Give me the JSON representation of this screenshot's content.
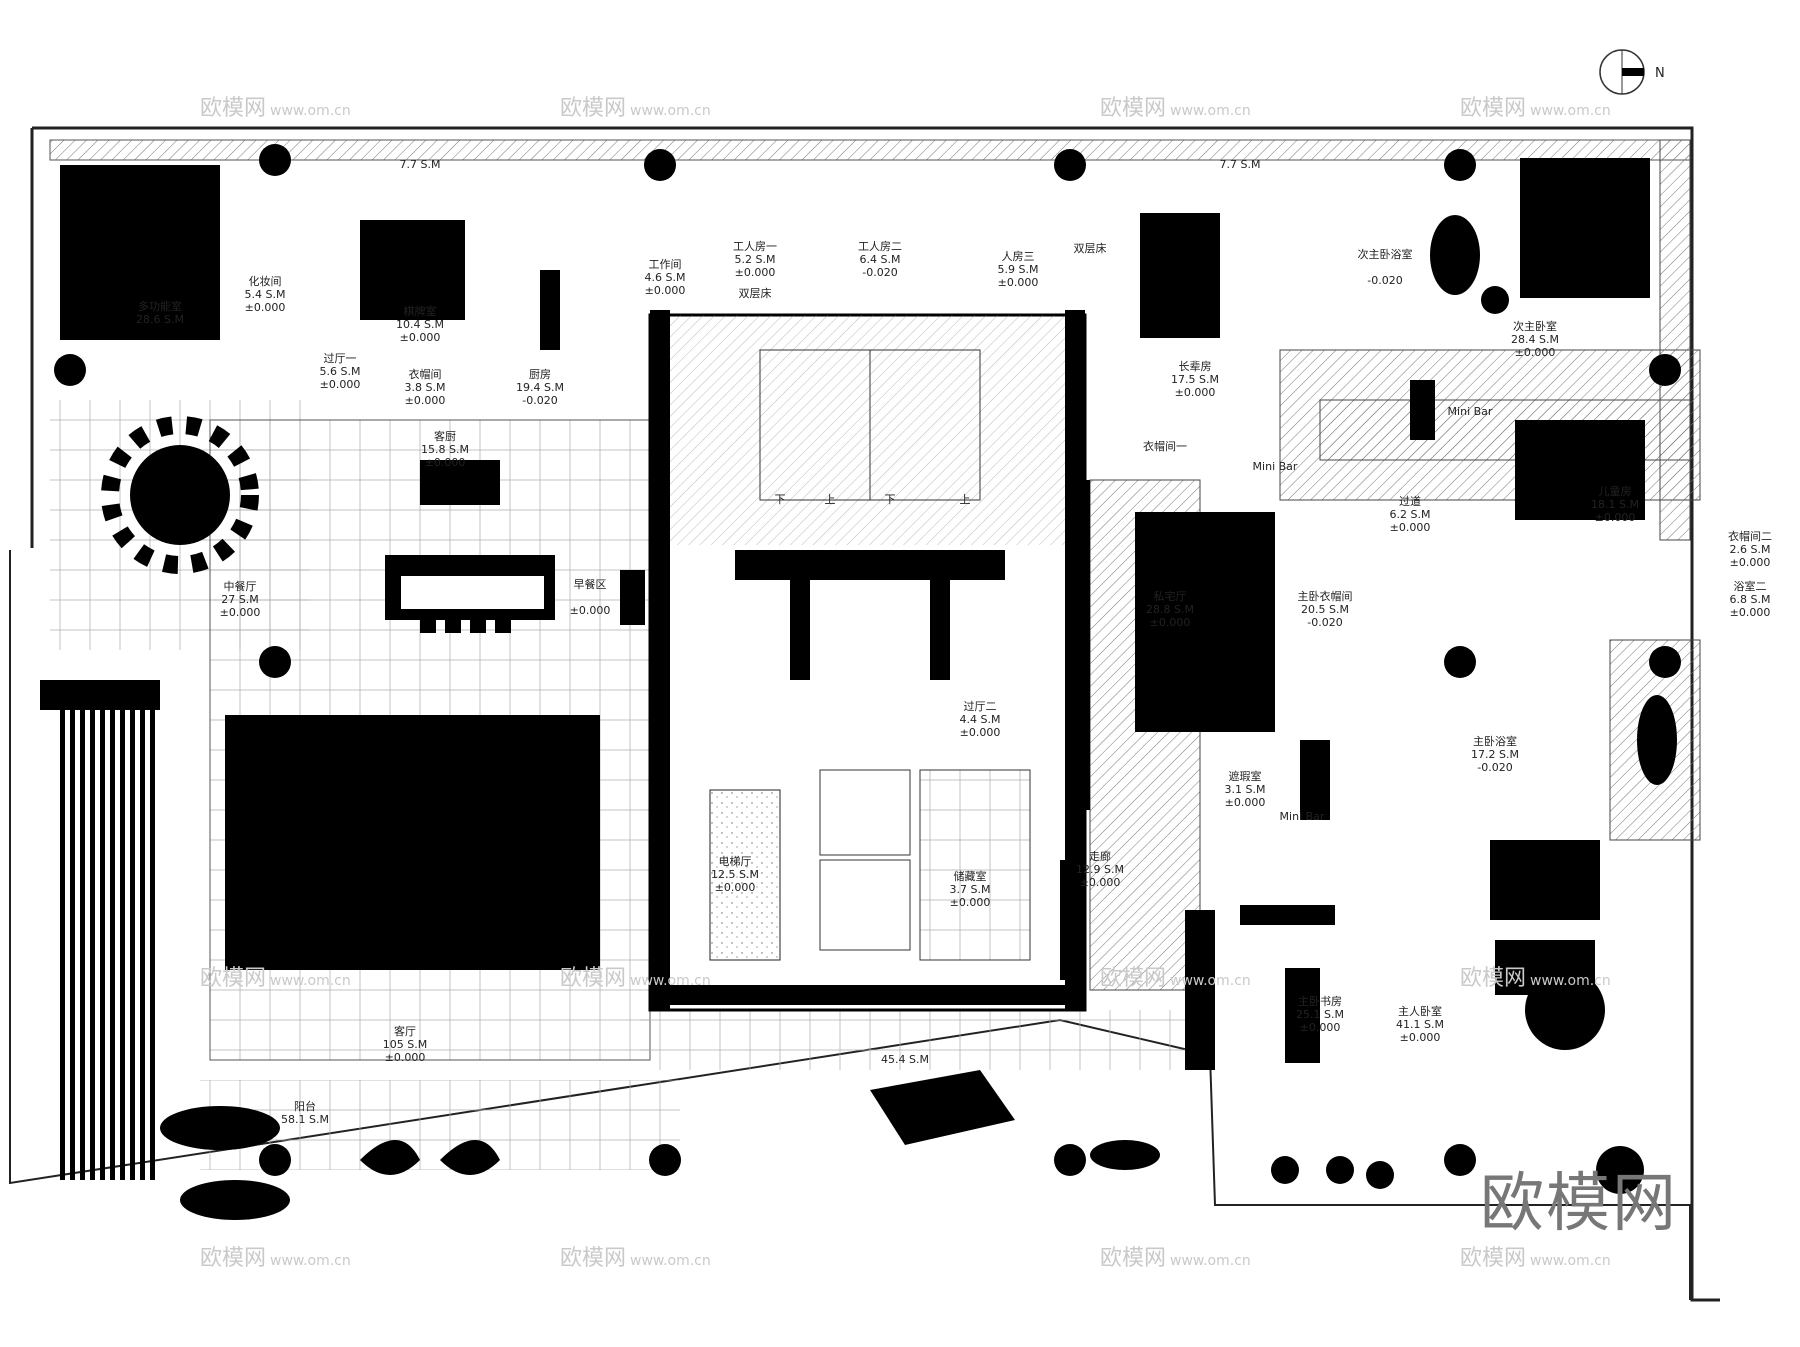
{
  "compass": {
    "label": "N"
  },
  "watermark": {
    "brand": "欧模网",
    "url": "www.om.cn"
  },
  "rooms": [
    {
      "name": "多功能室",
      "area": "28.6 S.M"
    },
    {
      "name": "化妆间",
      "area": "5.4 S.M",
      "elevation": "±0.000"
    },
    {
      "name": "棋牌室",
      "area": "10.4 S.M",
      "elevation": "±0.000"
    },
    {
      "name": "过厅一",
      "area": "5.6 S.M",
      "elevation": "±0.000"
    },
    {
      "name": "衣帽间",
      "area": "3.8 S.M",
      "elevation": "±0.000"
    },
    {
      "name": "厨房",
      "area": "19.4 S.M",
      "elevation": "-0.020"
    },
    {
      "name": "工作间",
      "area": "4.6 S.M",
      "elevation": "±0.000"
    },
    {
      "name": "工人房一",
      "area": "5.2 S.M",
      "elevation": "±0.000"
    },
    {
      "name": "工人房二",
      "area": "6.4 S.M",
      "elevation": "-0.020"
    },
    {
      "name": "人房三",
      "area": "5.9 S.M",
      "elevation": "±0.000"
    },
    {
      "name": "客厨",
      "area": "15.8 S.M",
      "elevation": "±0.000"
    },
    {
      "name": "中餐厅",
      "area": "27 S.M",
      "elevation": "±0.000"
    },
    {
      "name": "早餐区",
      "area": "",
      "elevation": "±0.000"
    },
    {
      "name": "客厅",
      "area": "105 S.M",
      "elevation": "±0.000"
    },
    {
      "name": "阳台",
      "area": "58.1 S.M"
    },
    {
      "name": "",
      "area": "45.4 S.M"
    },
    {
      "name": "电梯厅",
      "area": "12.5 S.M",
      "elevation": "±0.000"
    },
    {
      "name": "储藏室",
      "area": "3.7 S.M",
      "elevation": "±0.000"
    },
    {
      "name": "过厅二",
      "area": "4.4 S.M",
      "elevation": "±0.000"
    },
    {
      "name": "走廊",
      "area": "12.9 S.M",
      "elevation": "±0.000"
    },
    {
      "name": "私宅厅",
      "area": "28.8 S.M",
      "elevation": "±0.000"
    },
    {
      "name": "遮瑕室",
      "area": "3.1 S.M",
      "elevation": "±0.000"
    },
    {
      "name": "主卧衣帽间",
      "area": "20.5 S.M",
      "elevation": "-0.020"
    },
    {
      "name": "主卧书房",
      "area": "25.1 S.M",
      "elevation": "±0.000"
    },
    {
      "name": "主人卧室",
      "area": "41.1 S.M",
      "elevation": "±0.000"
    },
    {
      "name": "主卧浴室",
      "area": "17.2 S.M",
      "elevation": "-0.020"
    },
    {
      "name": "长辈房",
      "area": "17.5 S.M",
      "elevation": "±0.000"
    },
    {
      "name": "次主卧浴室",
      "area": "",
      "elevation": "-0.020"
    },
    {
      "name": "次主卧室",
      "area": "28.4 S.M",
      "elevation": "±0.000"
    },
    {
      "name": "儿童房",
      "area": "18.1 S.M",
      "elevation": "±0.000"
    },
    {
      "name": "过道",
      "area": "6.2 S.M",
      "elevation": "±0.000"
    },
    {
      "name": "衣帽间二",
      "area": "2.6 S.M",
      "elevation": "±0.000"
    },
    {
      "name": "浴室二",
      "area": "6.8 S.M",
      "elevation": "±0.000"
    },
    {
      "name": "衣帽间一",
      "area": "",
      "elevation": ""
    }
  ],
  "bunk_label": "双层床",
  "minibar_label": "Mini Bar",
  "stair_labels": [
    "下",
    "上",
    "下",
    "上"
  ],
  "top_strip_area": "7.7 S.M"
}
